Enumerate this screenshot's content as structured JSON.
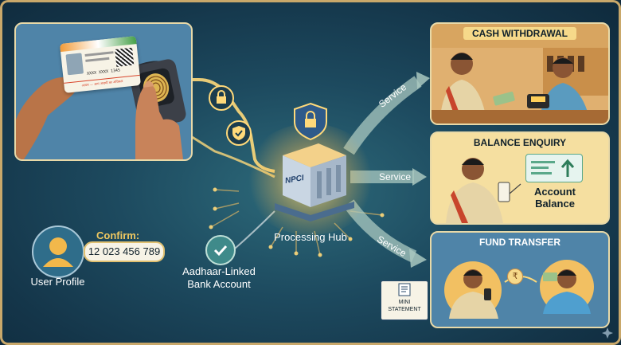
{
  "scan_card": {
    "name_line": "आधार — आम आदमी का अधिकार",
    "number": "XXXX XXXX 1345"
  },
  "hub": {
    "logo": "NPCI",
    "label": "Processing Hub"
  },
  "user": {
    "profile_label": "User Profile",
    "confirm_label": "Confirm:",
    "account_number": "12 023 456 789"
  },
  "bank": {
    "label_line1": "Aadhaar-Linked",
    "label_line2": "Bank Account"
  },
  "flows": [
    "Service",
    "Service",
    "Service"
  ],
  "services": {
    "cash": {
      "title": "CASH WITHDRAWAL"
    },
    "balance": {
      "title": "BALANCE ENQUIRY",
      "card_line1": "Account",
      "card_line2": "Balance"
    },
    "fund": {
      "title": "FUND TRANSFER",
      "mini_line1": "MINI",
      "mini_line2": "STATEMENT",
      "rupee": "₹"
    }
  },
  "colors": {
    "background": "#1d4a5f",
    "hub_glow": "#ffcf5a",
    "panel_cream": "#f5dfa0",
    "connector": "#e8c070"
  }
}
